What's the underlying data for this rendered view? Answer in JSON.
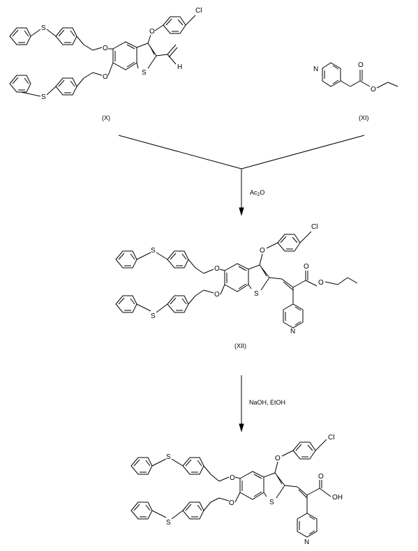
{
  "atoms": {
    "chlorine": "Cl",
    "oxygen": "O",
    "sulfur": "S",
    "nitrogen": "N",
    "hydrogen": "H",
    "hydroxyl": "OH"
  },
  "compounds": {
    "aldehyde": "(X)",
    "pyridyl_ester": "(XI)",
    "intermediate": "(XII)"
  },
  "steps": {
    "step1_reagent": "Ac",
    "step1_subscript": "2",
    "step1_suffix": "O",
    "step2_reagents": "NaOH, EtOH"
  }
}
